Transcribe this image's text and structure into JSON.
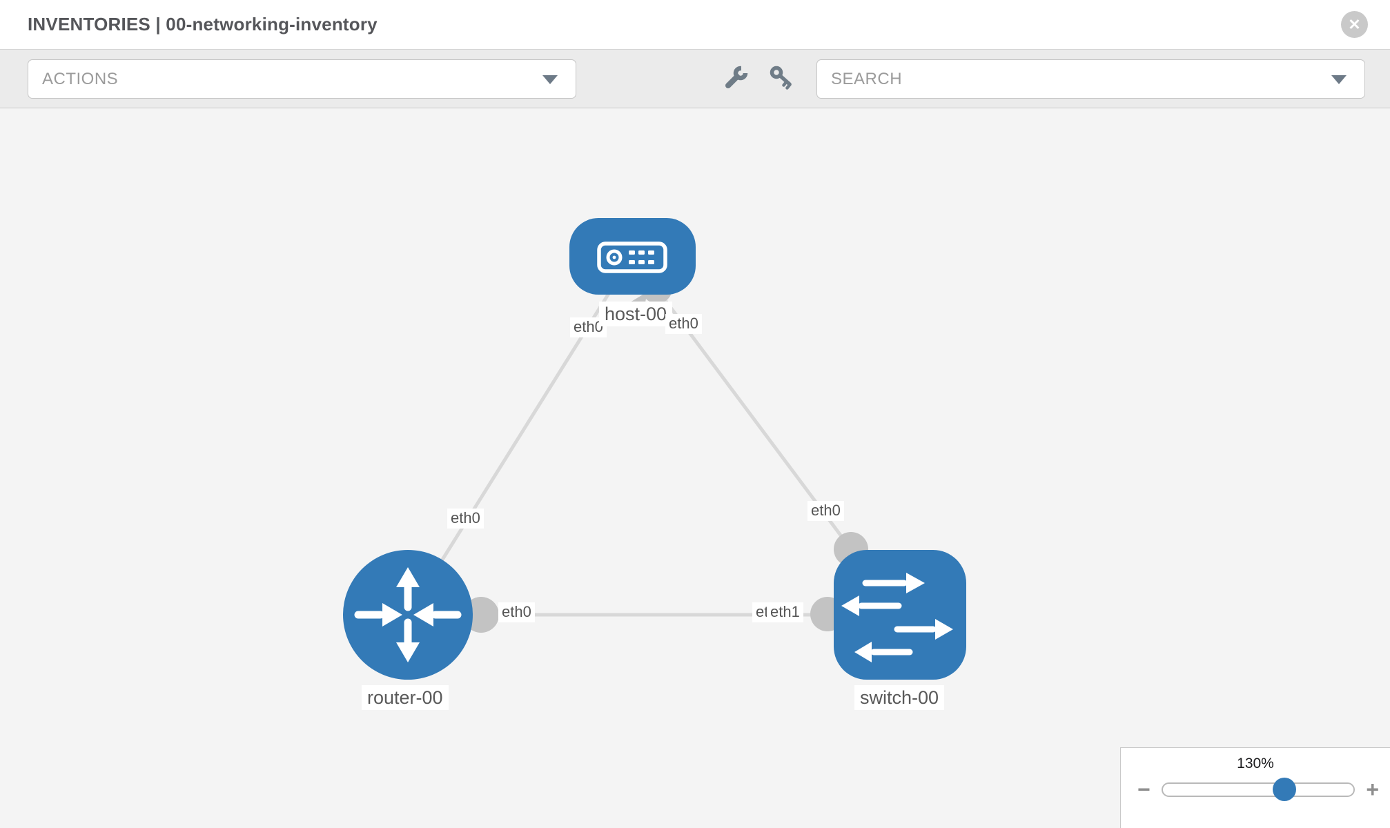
{
  "header": {
    "title": "INVENTORIES | 00-networking-inventory",
    "close_label": "✕"
  },
  "toolbar": {
    "actions_placeholder": "ACTIONS",
    "search_placeholder": "SEARCH",
    "icons": [
      "wrench",
      "key"
    ]
  },
  "topology": {
    "nodes": [
      {
        "id": "host-00",
        "type": "host",
        "label": "host-00"
      },
      {
        "id": "router-00",
        "type": "router",
        "label": "router-00"
      },
      {
        "id": "switch-00",
        "type": "switch",
        "label": "switch-00"
      }
    ],
    "links": [
      {
        "from": "host-00",
        "to": "router-00",
        "from_interface": "eth0",
        "to_interface": "eth0"
      },
      {
        "from": "host-00",
        "to": "switch-00",
        "from_interface": "eth0",
        "to_interface": "eth0"
      },
      {
        "from": "router-00",
        "to": "switch-00",
        "from_interface": "eth0",
        "to_interface": "eth1"
      }
    ],
    "labels": {
      "host": "host-00",
      "router": "router-00",
      "switch": "switch-00",
      "eth_host_left": "eth0",
      "eth_host_right": "eth0",
      "eth_link_router": "eth0",
      "eth_link_switch_top": "eth0",
      "eth_link_mid_left": "eth0",
      "eth_link_mid_right_back": "eth0",
      "eth_link_mid_right_front": "eth1"
    }
  },
  "zoom_control": {
    "level": "130%",
    "percent": 130,
    "slider_fraction": 0.64,
    "minus_label": "−",
    "plus_label": "+"
  },
  "colors": {
    "node_blue": "#337ab7",
    "link_gray": "#d8d8d8",
    "connector_gray": "#c3c3c3",
    "canvas_bg": "#f4f4f4",
    "toolbar_bg": "#ebebeb",
    "icon_gray": "#6f7c87"
  }
}
